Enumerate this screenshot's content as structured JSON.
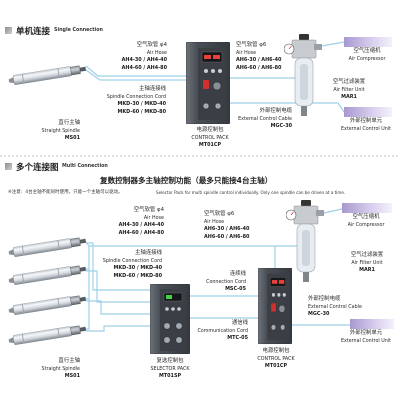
{
  "single": {
    "title_cn": "单机连接",
    "title_en": "Single Connection",
    "air_hose_4": {
      "cn": "空气软管 φ4",
      "en": "Air Hose",
      "models": [
        "AH4-30 / AH4-40",
        "AH4-60 / AH4-80"
      ]
    },
    "spindle_cord": {
      "cn": "主轴连接线",
      "en": "Spindle Connection Cord",
      "models": [
        "MKD-30 / MKD-40",
        "MKD-60 / MKD-80"
      ]
    },
    "spindle": {
      "cn": "直行主轴",
      "en": "Straight Spindle",
      "model": "MS01"
    },
    "control_pack": {
      "cn": "电源控制包",
      "en": "CONTROL PACK",
      "model": "MT01CP"
    },
    "air_hose_6": {
      "cn": "空气软管 φ6",
      "en": "Air Hose",
      "models": [
        "AH6-30 / AH6-40",
        "AH6-60 / AH6-80"
      ]
    },
    "compressor": {
      "cn": "空气压缩机",
      "en": "Air Compressor"
    },
    "filter": {
      "cn": "空气过滤装置",
      "en": "Air Filter Unit",
      "model": "MAR1"
    },
    "ext_cable": {
      "cn": "外部控制电缆",
      "en": "External Control Cable",
      "model": "MGC-30"
    },
    "ext_unit": {
      "cn": "外部控制单元",
      "en": "External Control Unit"
    }
  },
  "multi": {
    "title_cn": "多个连接图",
    "title_en": "Multi Connection",
    "subtitle": "复数控制器多主轴控制功能（最多只能接4台主轴）",
    "note_cn": "※注意：4台主轴不能同时使用，只能一个主轴可以驱动。",
    "note_en": "Selector Pack for multi spindle control individually. Only one spindle can be driven at a time.",
    "air_hose_4": {
      "cn": "空气软管 φ4",
      "en": "Air Hose",
      "models": [
        "AH4-30 / AH4-40",
        "AH4-60 / AH4-80"
      ]
    },
    "air_hose_6": {
      "cn": "空气软管 φ6",
      "en": "Air Hose",
      "models": [
        "AH6-30 / AH6-40",
        "AH6-60 / AH6-80"
      ]
    },
    "compressor": {
      "cn": "空气压缩机",
      "en": "Air Compressor"
    },
    "filter": {
      "cn": "空气过滤装置",
      "en": "Air Filter Unit",
      "model": "MAR1"
    },
    "spindle_cord": {
      "cn": "主轴连接线",
      "en": "Spindle Connection Cord",
      "models": [
        "MKD-30 / MKD-40",
        "MKD-60 / MKD-80"
      ]
    },
    "connection_cord": {
      "cn": "连续线",
      "en": "Connection Cord",
      "model": "MSC-05"
    },
    "communication_cord": {
      "cn": "通信线",
      "en": "Communication Cord",
      "model": "MTC-05"
    },
    "selector_pack": {
      "cn": "复选控制包",
      "en": "SELECTOR PACK",
      "model": "MT01SP"
    },
    "control_pack": {
      "cn": "电源控制包",
      "en": "CONTROL PACK",
      "model": "MT01CP"
    },
    "ext_cable": {
      "cn": "外部控制电缆",
      "en": "External Control Cable",
      "model": "MGC-30"
    },
    "ext_unit": {
      "cn": "外部控制单元",
      "en": "External Control Unit"
    },
    "spindle": {
      "cn": "直行主轴",
      "en": "Straight Spindle",
      "model": "MS01"
    }
  },
  "colors": {
    "cable": "#9fd0e8",
    "purple": "#a898d0",
    "bullet": "#8c8c8c"
  }
}
